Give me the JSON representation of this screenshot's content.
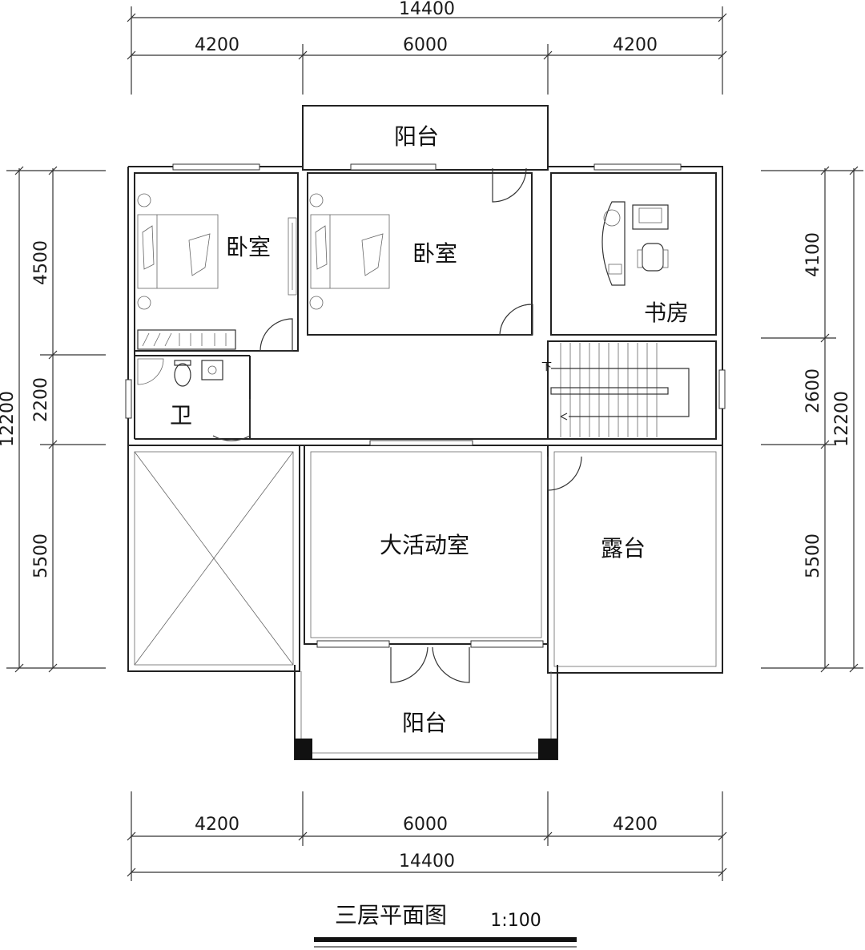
{
  "dimensions": {
    "top_total": "14400",
    "top_segments": [
      "4200",
      "6000",
      "4200"
    ],
    "bottom_segments": [
      "4200",
      "6000",
      "4200"
    ],
    "bottom_total": "14400",
    "left_segments": [
      "4500",
      "2200",
      "5500"
    ],
    "left_total": "12200",
    "right_segments": [
      "4100",
      "2600",
      "5500"
    ],
    "right_total": "12200"
  },
  "rooms": {
    "balcony_top": "阳台",
    "bedroom_1": "卧室",
    "bedroom_2": "卧室",
    "study": "书房",
    "bathroom": "卫",
    "activity_room": "大活动室",
    "terrace": "露台",
    "balcony_bottom": "阳台"
  },
  "stair_label": "下",
  "drawing_title": "三层平面图",
  "scale": "1:100"
}
